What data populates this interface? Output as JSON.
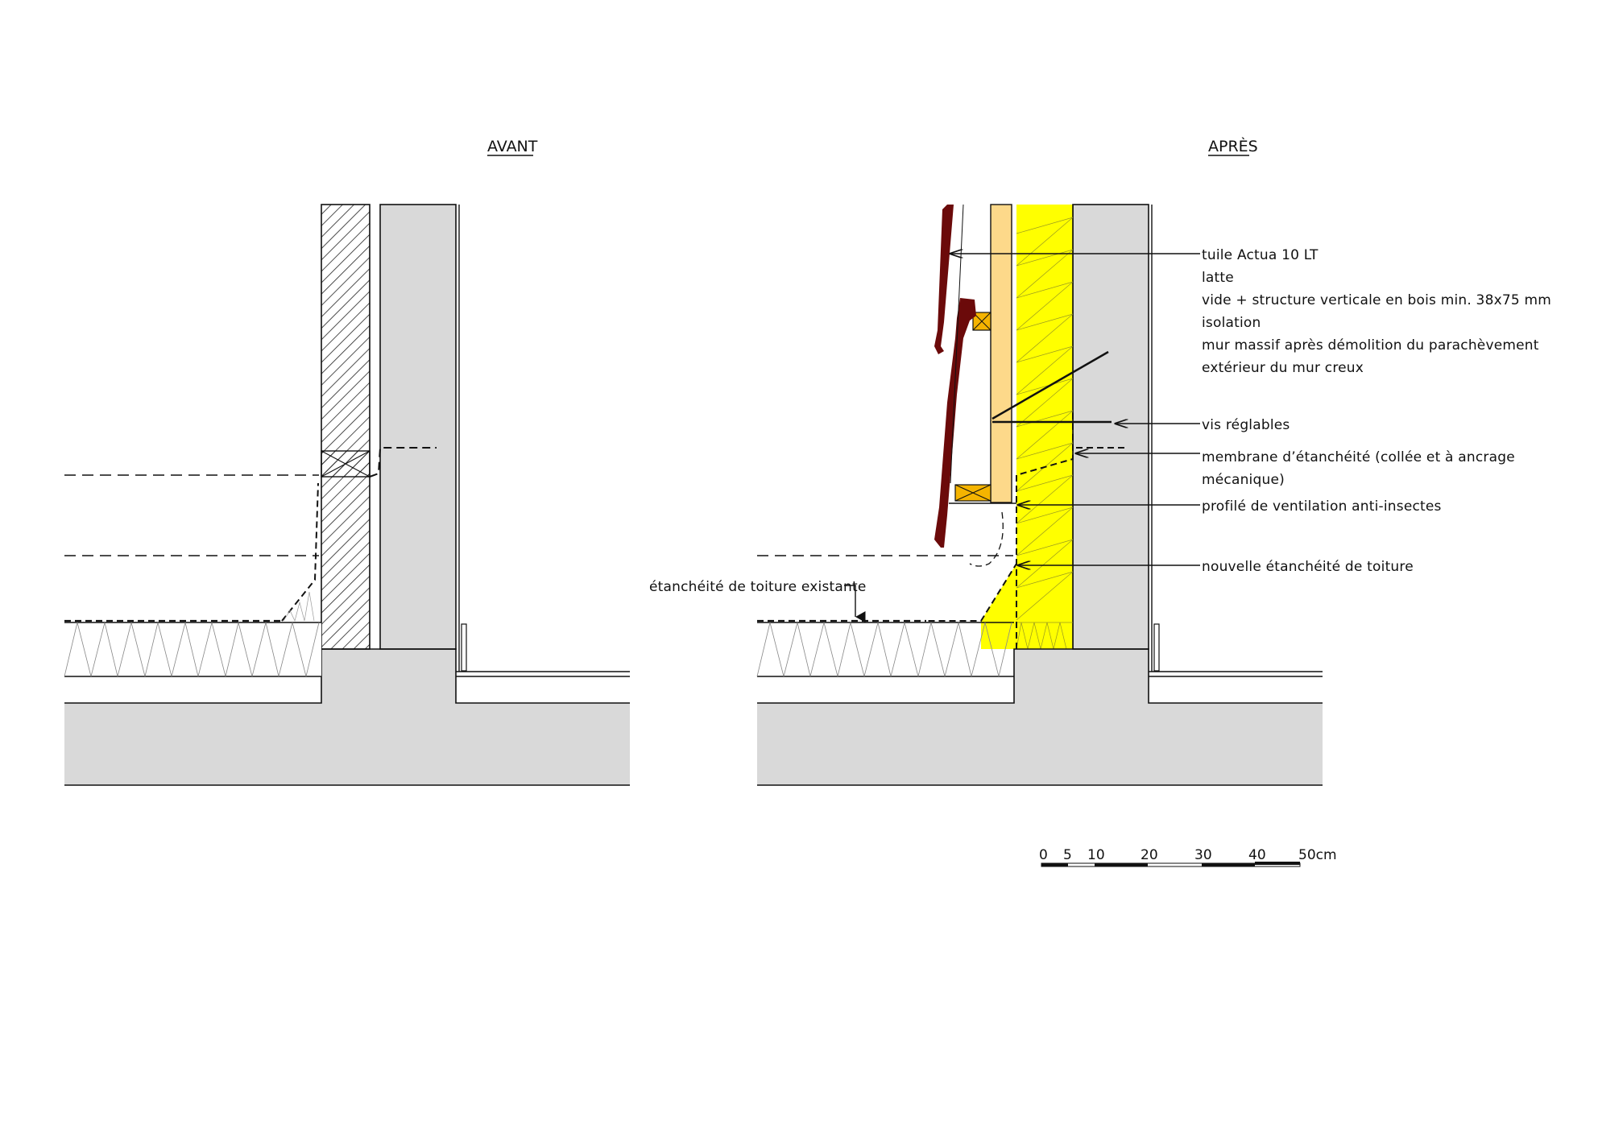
{
  "titles": {
    "before": "AVANT",
    "after": "APRÈS"
  },
  "labels": {
    "tile": "tuile Actua 10 LT",
    "batten": "latte",
    "cavity": "vide + structure verticale en bois min. 38x75 mm",
    "insulation": "isolation",
    "wall_line1": "mur massif après démolition du parachèvement",
    "wall_line2": "extérieur du mur creux",
    "screws": "vis réglables",
    "membrane_line1": "membrane d’étanchéité (collée et à ancrage",
    "membrane_line2": "mécanique)",
    "vent_profile": "profilé de ventilation anti-insectes",
    "new_roofing": "nouvelle étanchéité de toiture",
    "existing_roofing": "étanchéité de toiture existante"
  },
  "scale_bar": {
    "ticks": [
      "0",
      "5",
      "10",
      "20",
      "30",
      "40",
      "50cm"
    ]
  },
  "colors": {
    "concrete": "#d9d9d9",
    "insulation": "#ffff00",
    "timber_light": "#fdd98a",
    "timber_batten": "#f5b400",
    "tile": "#6b0a0a",
    "line": "#111111"
  }
}
